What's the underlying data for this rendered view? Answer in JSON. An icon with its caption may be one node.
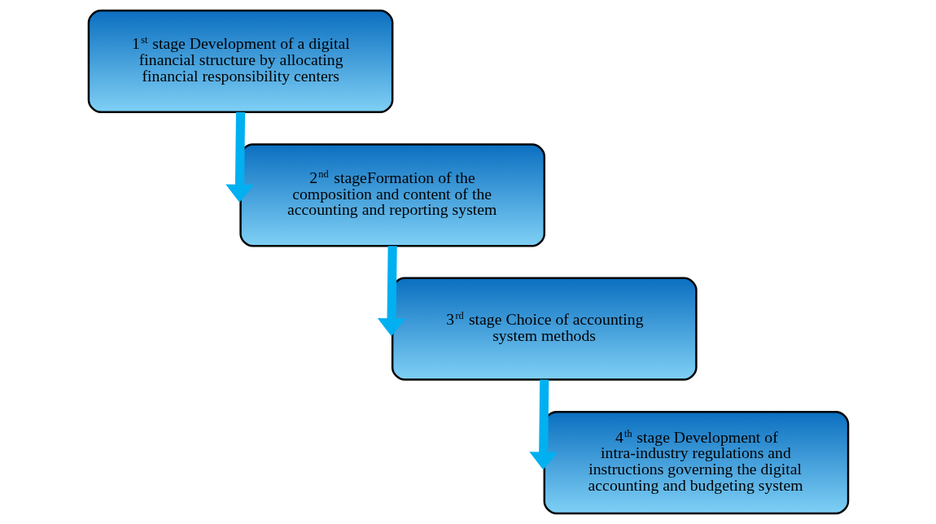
{
  "diagram": {
    "nodes": [
      {
        "text": [
          "1$^{st}$ stage Development of a digital financial structure by allocating financial responsibility centers"
        ]
      },
      {
        "text": [
          "2$^{nd}$ stageFormation of the composition and content of the accounting and reporting system"
        ]
      },
      {
        "text": [
          "3$^{rd}$ stage Choice of accounting system methods"
        ]
      },
      {
        "text": [
          "4$^{th}$ stage Development of intra-industry regulations and instructions governing the digital accounting and budgeting system"
        ]
      }
    ],
    "edges": [
      {
        "from": 0,
        "to": 1,
        "arrow": "to"
      },
      {
        "from": 1,
        "to": 2,
        "arrow": "to"
      },
      {
        "from": 2,
        "to": 3,
        "arrow": "to"
      }
    ]
  }
}
